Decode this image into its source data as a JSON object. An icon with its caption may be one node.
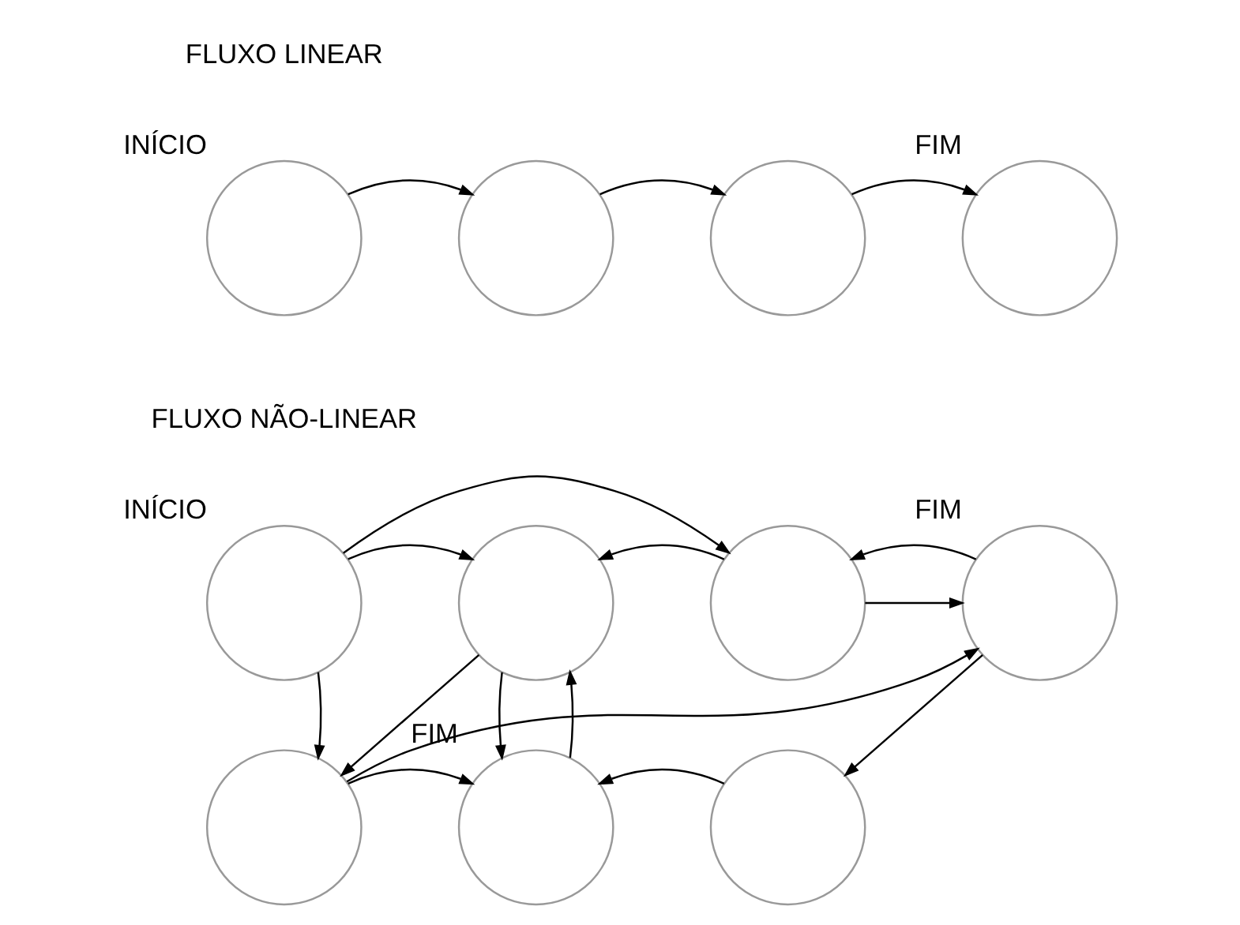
{
  "diagram": {
    "nodes": [
      {
        "text": [],
        "shape": "circle",
        "beside": [
          "INÍCIO"
        ]
      },
      {
        "text": [],
        "shape": "circle"
      },
      {
        "text": [],
        "shape": "circle"
      },
      {
        "text": [],
        "shape": "circle",
        "beside": [
          "FIM"
        ]
      },
      {
        "text": [],
        "shape": "circle",
        "beside": [
          "INÍCIO"
        ]
      },
      {
        "text": [],
        "shape": "circle"
      },
      {
        "text": [],
        "shape": "circle"
      },
      {
        "text": [],
        "shape": "circle",
        "beside": [
          "FIM"
        ]
      },
      {
        "text": [],
        "shape": "circle"
      },
      {
        "text": [],
        "shape": "circle",
        "beside": [
          "FIM"
        ]
      },
      {
        "text": [],
        "shape": "circle"
      }
    ],
    "edges": [
      {
        "from": 0,
        "to": 1,
        "arrow": "to"
      },
      {
        "from": 1,
        "to": 2,
        "arrow": "to"
      },
      {
        "from": 2,
        "to": 3,
        "arrow": "to"
      },
      {
        "from": 4,
        "to": 5,
        "arrow": "to"
      },
      {
        "from": 6,
        "to": 5,
        "arrow": "to"
      },
      {
        "from": 6,
        "to": 7,
        "arrow": "to"
      },
      {
        "from": 4,
        "to": 6,
        "arrow": "to"
      },
      {
        "from": 4,
        "to": 8,
        "arrow": "to"
      },
      {
        "from": 5,
        "to": 8,
        "arrow": "to"
      },
      {
        "from": 5,
        "to": 9,
        "arrow": "to"
      },
      {
        "from": 9,
        "to": 5,
        "arrow": "to"
      },
      {
        "from": 8,
        "to": 9,
        "arrow": "to"
      },
      {
        "from": 8,
        "to": 7,
        "arrow": "to"
      },
      {
        "from": 7,
        "to": 6,
        "arrow": "to"
      },
      {
        "from": 7,
        "to": 10,
        "arrow": "to"
      },
      {
        "from": 10,
        "to": 9,
        "arrow": "to"
      }
    ],
    "labels": [
      "FLUXO LINEAR",
      "FLUXO NÃO-LINEAR"
    ]
  }
}
